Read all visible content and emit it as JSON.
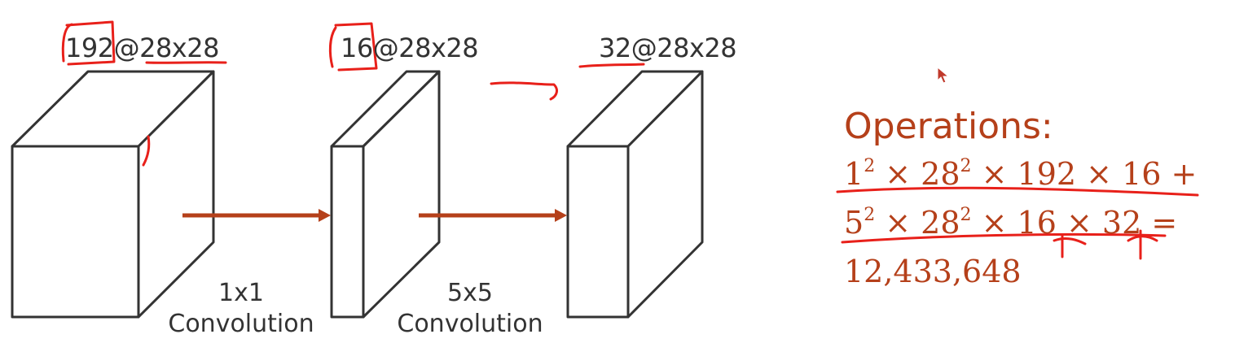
{
  "volumes": [
    {
      "label_count": "192",
      "label_at": "@",
      "label_dims": "28x28"
    },
    {
      "label_count": "16",
      "label_at": "@",
      "label_dims": "28x28"
    },
    {
      "label_count": "32",
      "label_at": "@",
      "label_dims": "28x28"
    }
  ],
  "convolutions": [
    {
      "size": "1x1",
      "name": "Convolution"
    },
    {
      "size": "5x5",
      "name": "Convolution"
    }
  ],
  "operations": {
    "title": "Operations:",
    "line1": {
      "a": "1",
      "a_exp": "2",
      "times1": " × 28",
      "b_exp": "2",
      "rest": " × 192 × 16 +"
    },
    "line2": {
      "a": "5",
      "a_exp": "2",
      "times1": " × 28",
      "b_exp": "2",
      "rest": " × 16 × 32 ="
    },
    "result": "12,433,648"
  },
  "colors": {
    "arrow": "#b5401a",
    "annotation": "#e8201a",
    "ops_text": "#b5401a",
    "box_stroke": "#333333"
  }
}
